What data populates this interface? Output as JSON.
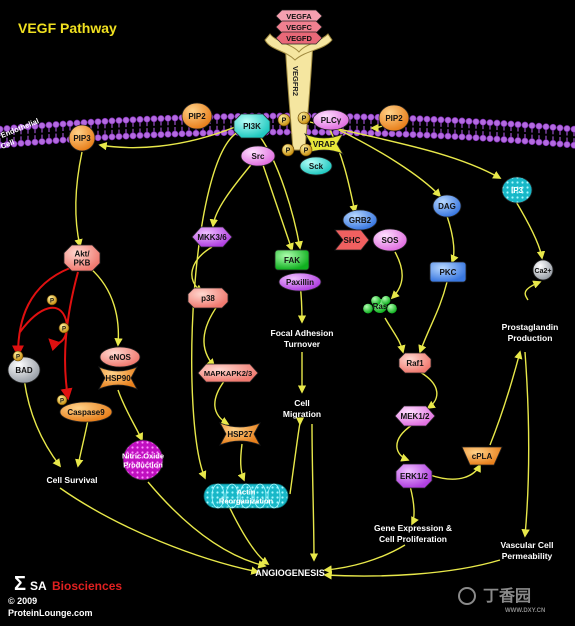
{
  "title": "VEGF Pathway",
  "cell_label": [
    "Endothelial",
    "Cell"
  ],
  "receptor_label": "VEGFR2",
  "ligands": [
    "VEGFA",
    "VEGFC",
    "VEGFD"
  ],
  "phospho": "P",
  "calcium": "Ca2+",
  "nodes": {
    "pip3": "PIP3",
    "pip2_left": "PIP2",
    "pi3k": "PI3K",
    "src": "Src",
    "plcg": "PLCγ",
    "vrap": "VRAP",
    "sck": "Sck",
    "pip2_right": "PIP2",
    "dag": "DAG",
    "ip3": "IP3",
    "akt": [
      "Akt/",
      "PKB"
    ],
    "mkk36": "MKK3/6",
    "fak": "FAK",
    "paxillin": "Paxillin",
    "grb2": "GRB2",
    "shc": "SHC",
    "sos": "SOS",
    "pkc": "PKC",
    "p38": "p38",
    "ras": "Ras",
    "enos": "eNOS",
    "hsp90": "HSP90",
    "bad": "BAD",
    "mapkapk23": "MAPKAPK2/3",
    "raf1": "Raf1",
    "caspase9": "Caspase9",
    "hsp27": "HSP27",
    "mek12": "MEK1/2",
    "actin": [
      "Actin",
      "Reorganization"
    ],
    "nitric_oxide": [
      "Nitric Oxide",
      "Production"
    ],
    "erk12": "ERK1/2",
    "cpla": "cPLA"
  },
  "outcomes": {
    "focal_adhesion": [
      "Focal Adhesion",
      "Turnover"
    ],
    "cell_migration": [
      "Cell",
      "Migration"
    ],
    "prostaglandin": [
      "Prostaglandin",
      "Production"
    ],
    "cell_survival": "Cell Survival",
    "gene_expression": [
      "Gene Expression &",
      "Cell Proliferation"
    ],
    "vascular": [
      "Vascular Cell",
      "Permeability"
    ],
    "angiogenesis": "ANGIOGENESIS"
  },
  "brand": {
    "logo_sa": "SA",
    "logo_bio": "Biosciences",
    "copyright": "© 2009",
    "site": "ProteinLounge.com",
    "watermark": "丁香园",
    "watermark_url": "WWW.DXY.CN"
  }
}
